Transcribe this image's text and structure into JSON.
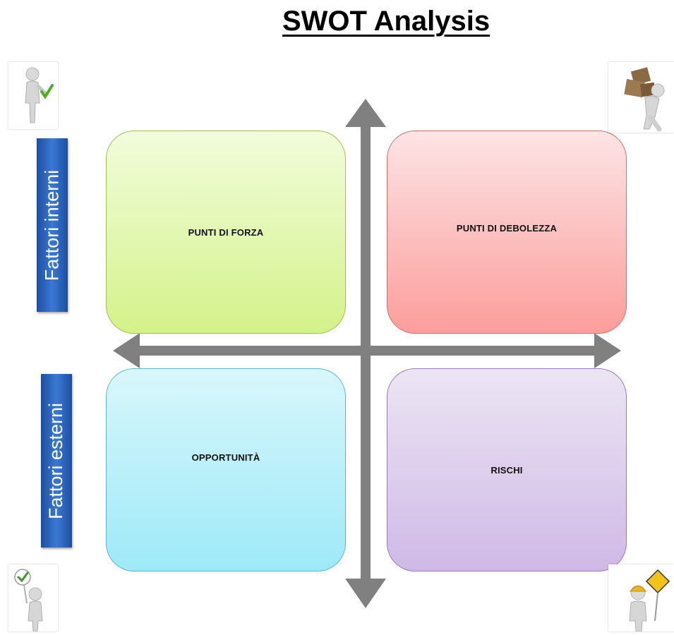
{
  "title": "SWOT Analysis",
  "quadrants": {
    "strengths": "PUNTI DI FORZA",
    "weaknesses": "PUNTI DI DEBOLEZZA",
    "opportunities": "OPPORTUNITÀ",
    "threats": "RISCHI"
  },
  "side_labels": {
    "internal": "Fattori interni",
    "external": "Fattori esterni"
  },
  "colors": {
    "strengths": "#d4f28a",
    "weaknesses": "#fb9e9c",
    "opportunities": "#9ee9f8",
    "threats": "#cfb9e6",
    "side_label_bg": "#2a63bd",
    "axis": "#808080"
  },
  "icons": {
    "top_left": "figure-checkmark-icon",
    "top_right": "figure-carrying-boxes-icon",
    "bottom_left": "figure-check-sign-icon",
    "bottom_right": "figure-warning-sign-icon"
  }
}
